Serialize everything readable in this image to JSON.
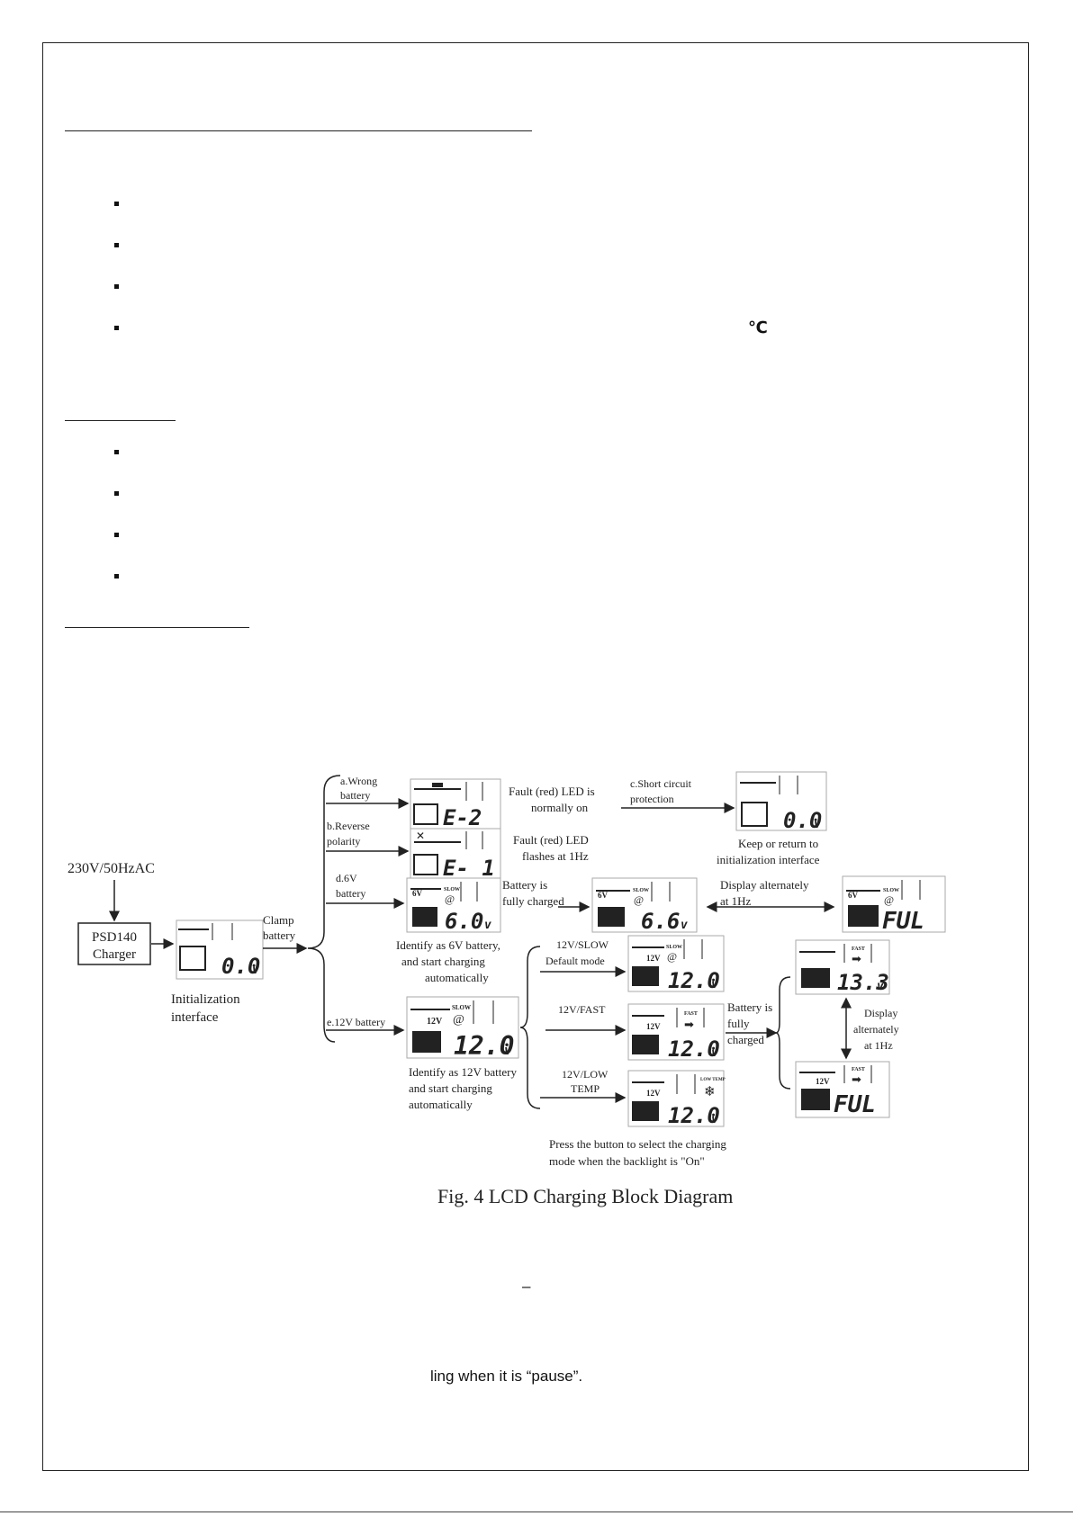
{
  "page": {
    "symbols": {
      "degree_c": "℃",
      "dash": "–"
    },
    "footer_fragment": "ling when it is “pause”."
  },
  "diagram": {
    "input": {
      "power": "230V/50HzAC",
      "charger_line1": "PSD140",
      "charger_line2": "Charger"
    },
    "init": {
      "readout": "0.0",
      "unit": "v",
      "label_line1": "Initialization",
      "label_line2": "interface"
    },
    "clamp": {
      "line1": "Clamp",
      "line2": "battery"
    },
    "branches": {
      "a_line1": "a.Wrong",
      "a_line2": "battery",
      "b_line1": "b.Reverse",
      "b_line2": "polarity",
      "d_line1": "d.6V",
      "d_line2": "battery",
      "e": "e.12V battery"
    },
    "lcd": {
      "e2": "E-2",
      "e1": "E- 1",
      "v6": "6.0",
      "v66": "6.6",
      "ful": "FUL",
      "v12": "12.0",
      "v133": "13.3",
      "zero": "0.0",
      "unit": "v",
      "slow": "SLOW",
      "fast": "FAST",
      "lowtemp": "LOW TEMP",
      "tag6v": "6V",
      "tag12v": "12V"
    },
    "notes": {
      "fault_on_1": "Fault (red) LED is",
      "fault_on_2": "normally on",
      "fault_flash_1": "Fault (red) LED",
      "fault_flash_2": "flashes at 1Hz",
      "short_1": "c.Short circuit",
      "short_2": "protection",
      "keep_1": "Keep or return to",
      "keep_2": "initialization interface",
      "full6_1": "Battery is",
      "full6_2": "fully charged",
      "alt_1": "Display alternately",
      "alt_2": "at 1Hz",
      "id6_1": "Identify as 6V battery,",
      "id6_2": "and start charging",
      "id6_3": "automatically",
      "id12_1": "Identify as 12V battery",
      "id12_2": "and start charging",
      "id12_3": "automatically",
      "slow_1": "12V/SLOW",
      "slow_2": "Default mode",
      "fast": "12V/FAST",
      "low_1": "12V/LOW",
      "low_2": "TEMP",
      "full12_1": "Battery is",
      "full12_2": "fully",
      "full12_3": "charged",
      "alt12_1": "Display",
      "alt12_2": "alternately",
      "alt12_3": "at 1Hz",
      "press_1": "Press the button to select the charging",
      "press_2": "mode when the backlight is \"On\""
    },
    "caption": "Fig. 4 LCD Charging Block Diagram"
  }
}
